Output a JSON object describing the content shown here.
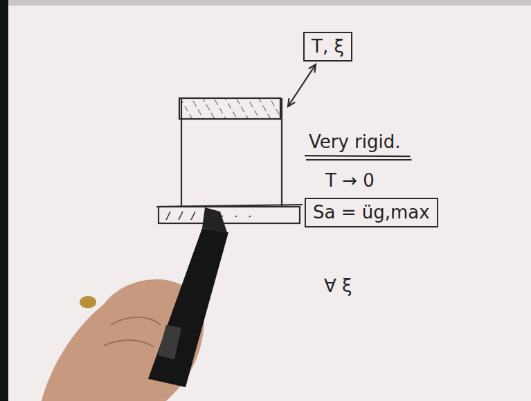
{
  "diagram": {
    "nodes": [
      {
        "text": [
          "T, ξ"
        ]
      },
      {
        "text": [
          "Sa = üg,max"
        ]
      }
    ],
    "labels": [
      "Very rigid.",
      "T → 0",
      "∀ ξ"
    ]
  }
}
